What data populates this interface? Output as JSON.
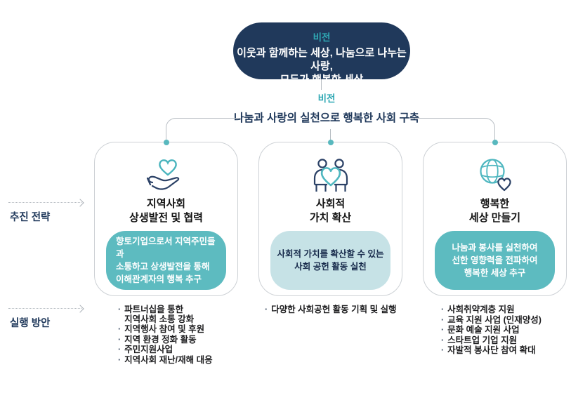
{
  "vision_top": {
    "label": "비전",
    "text": "이웃과 함께하는 세상, 나눔으로 나누는 사랑,\n모두가 행복한 세상"
  },
  "vision_mid": {
    "label": "비전",
    "text": "나눔과 사랑의 실천으로 행복한 사회 구축"
  },
  "side_labels": {
    "strategy": "추진 전략",
    "plan": "실행 방안"
  },
  "columns": [
    {
      "icon": "hand-heart-icon",
      "title": "지역사회\n상생발전 및 협력",
      "description": "향토기업으로서 지역주민들과\n소통하고 상생발전을 통해\n이해관계자의 행복 추구",
      "items": [
        "파트너십을 통한\n지역사회 소통 강화",
        "지역행사 참여 및 후원",
        "지역 환경 정화 활동",
        "주민지원사업",
        "지역사회 재난/재해 대응"
      ]
    },
    {
      "icon": "people-heart-icon",
      "title": "사회적\n가치 확산",
      "description": "사회적 가치를 확산할 수 있는\n사회 공헌 활동 실천",
      "items": [
        "다양한 사회공헌 활동 기획 및 실행"
      ]
    },
    {
      "icon": "globe-heart-icon",
      "title": "행복한\n세상 만들기",
      "description": "나눔과 봉사를 실천하여\n선한 영향력을 전파하여\n행복한 세상 추구",
      "items": [
        "사회취약계층 지원",
        "교육 지원 사업 (인재양성)",
        "문화 예술 지원 사업",
        "스타트업 기업 지원",
        "자발적 봉사단 참여 확대"
      ]
    }
  ],
  "colors": {
    "navy": "#20395b",
    "teal_text": "#2fa8b4",
    "teal_fill": "#5dbbc0",
    "teal_light": "#c6e2e6",
    "dot": "#58b8be",
    "connector": "#b7bdc3",
    "box_border": "#cdd1d5"
  }
}
